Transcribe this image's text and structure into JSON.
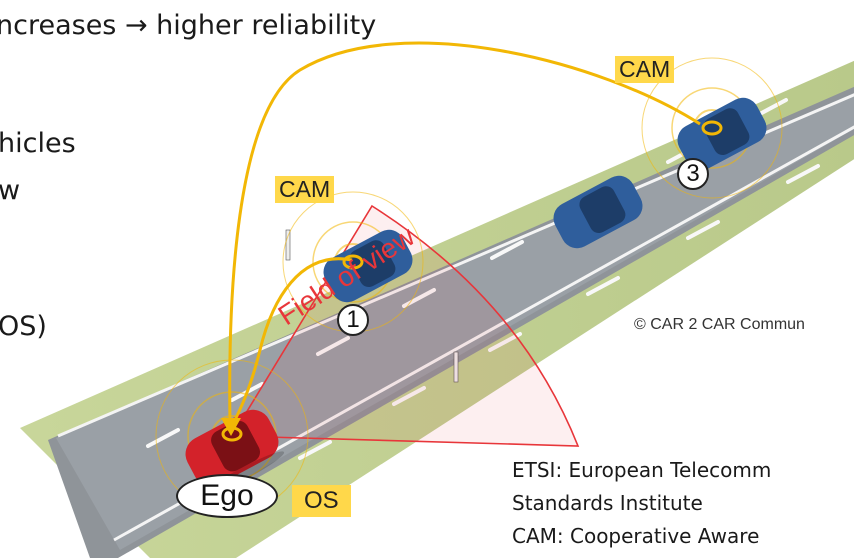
{
  "text": {
    "title_line": "ncreases → higher reliability",
    "frag_vehicles": "hicles",
    "frag_view": "w",
    "frag_os": "OS)",
    "copyright": "© CAR 2 CAR Commun"
  },
  "labels": {
    "cam_top": "CAM",
    "cam_left": "CAM",
    "ego": "Ego",
    "os": "OS",
    "vehicle_1": "1",
    "vehicle_3": "3",
    "field_of_view": "Field of view"
  },
  "notes": {
    "line1": "ETSI: European Telecomm",
    "line2": "Standards Institute",
    "line3": "CAM: Cooperative Aware"
  },
  "colors": {
    "cam_highlight": "#ffd84a",
    "signal_line": "#f2b705",
    "field_of_view": "#e8363a",
    "ego_car": "#d3222a",
    "other_cars": "#2f5e9c",
    "road": "#8f9499"
  }
}
